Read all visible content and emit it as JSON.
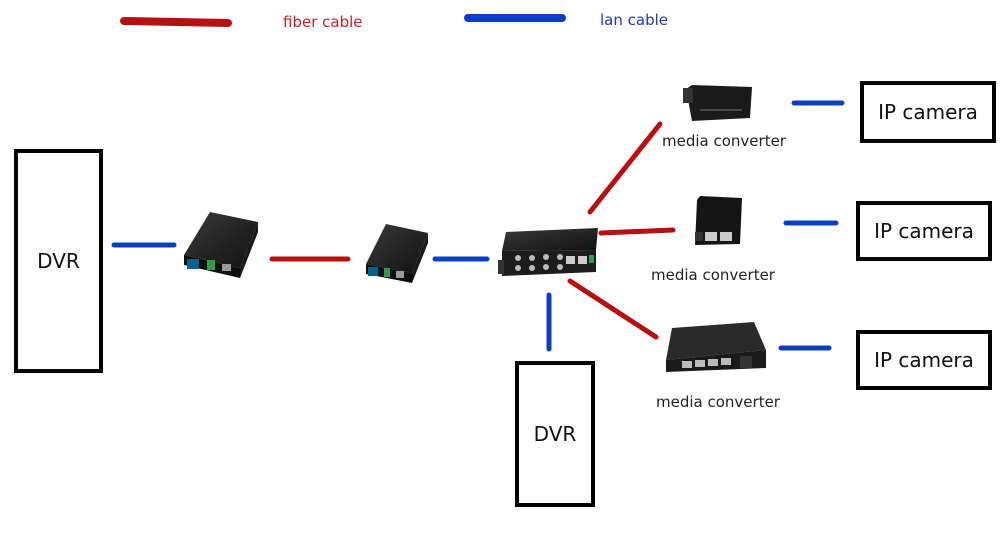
{
  "legend": {
    "fiber": {
      "label": "fiber cable",
      "color": "#b80f12"
    },
    "lan": {
      "label": "lan cable",
      "color": "#0a3fbf"
    }
  },
  "nodes": {
    "dvr_left": {
      "label": "DVR"
    },
    "dvr_bottom": {
      "label": "DVR"
    },
    "camera_1": {
      "label": "IP camera"
    },
    "camera_2": {
      "label": "IP camera"
    },
    "camera_3": {
      "label": "IP camera"
    },
    "converter_left_1": {
      "label": ""
    },
    "converter_left_2": {
      "label": ""
    },
    "fiber_switch": {
      "label": ""
    },
    "converter_top": {
      "label": "media converter"
    },
    "converter_mid": {
      "label": "media converter"
    },
    "converter_bottom": {
      "label": "media converter"
    }
  },
  "connections": [
    {
      "from": "dvr_left",
      "to": "converter_left_1",
      "type": "lan"
    },
    {
      "from": "converter_left_1",
      "to": "converter_left_2",
      "type": "fiber"
    },
    {
      "from": "converter_left_2",
      "to": "fiber_switch",
      "type": "lan"
    },
    {
      "from": "fiber_switch",
      "to": "dvr_bottom",
      "type": "lan"
    },
    {
      "from": "fiber_switch",
      "to": "converter_top",
      "type": "fiber"
    },
    {
      "from": "fiber_switch",
      "to": "converter_mid",
      "type": "fiber"
    },
    {
      "from": "fiber_switch",
      "to": "converter_bottom",
      "type": "fiber"
    },
    {
      "from": "converter_top",
      "to": "camera_1",
      "type": "lan"
    },
    {
      "from": "converter_mid",
      "to": "camera_2",
      "type": "lan"
    },
    {
      "from": "converter_bottom",
      "to": "camera_3",
      "type": "lan"
    }
  ]
}
